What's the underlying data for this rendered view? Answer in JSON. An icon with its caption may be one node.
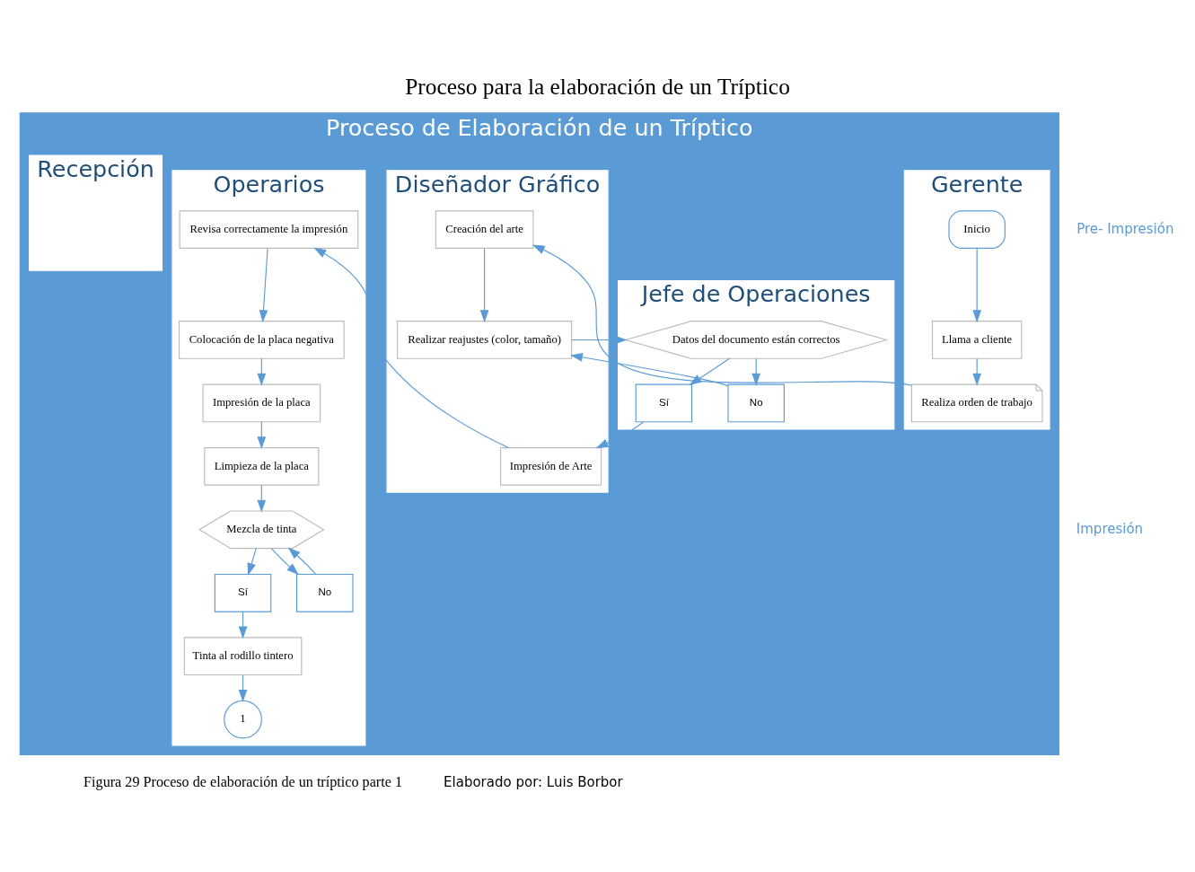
{
  "diagram": {
    "title": "Proceso para la elaboración de un Tríptico",
    "caption": "Figura 29 Proceso de elaboración de un tríptico parte 1",
    "nodes": [
      {
        "text": [
          "Proceso de Elaboración de un Tríptico"
        ]
      },
      {
        "text": [
          "Gerente"
        ],
        "in": 0
      },
      {
        "text": [
          "Diseñador Gráfico"
        ],
        "in": 0
      },
      {
        "text": [
          "Jefe de Operaciones"
        ],
        "in": 0
      },
      {
        "text": [
          "Operarios"
        ],
        "in": 0
      },
      {
        "text": [
          "Recepción"
        ],
        "in": 0
      },
      {
        "text": [
          "Inicio"
        ],
        "in": 1
      },
      {
        "text": [
          "Llama a cliente"
        ],
        "in": 1
      },
      {
        "text": [
          "Realiza orden de trabajo"
        ],
        "in": 1
      },
      {
        "text": [
          "Creación del arte"
        ],
        "in": 2
      },
      {
        "text": [
          "Realizar reajustes (color, tamaño)"
        ],
        "in": 2
      },
      {
        "text": [
          "Impresión de Arte"
        ],
        "in": 2
      },
      {
        "text": [
          "Datos del documento están correctos"
        ],
        "in": 3
      },
      {
        "text": [
          "Sí"
        ],
        "in": 3
      },
      {
        "text": [
          "No"
        ],
        "in": 3
      },
      {
        "text": [
          "Revisa correctamente la impresión"
        ],
        "in": 4
      },
      {
        "text": [
          "Colocación de la placa negativa"
        ],
        "in": 4
      },
      {
        "text": [
          "Impresión de la placa"
        ],
        "in": 4
      },
      {
        "text": [
          "Limpieza de la placa"
        ],
        "in": 4
      },
      {
        "text": [
          "Mezcla de tinta"
        ],
        "in": 4
      },
      {
        "text": [
          "Sí"
        ],
        "in": 4
      },
      {
        "text": [
          "No"
        ],
        "in": 4
      },
      {
        "text": [
          "Tinta al rodillo tintero"
        ],
        "in": 4
      },
      {
        "text": [
          "1"
        ],
        "in": 4
      }
    ],
    "edges": [
      {
        "from": 6,
        "to": 7,
        "arrow": "to"
      },
      {
        "from": 7,
        "to": 8,
        "arrow": "to"
      },
      {
        "from": 8,
        "to": 9,
        "arrow": "to"
      },
      {
        "from": 9,
        "to": 10,
        "arrow": "to"
      },
      {
        "from": 10,
        "to": 12,
        "arrow": "to"
      },
      {
        "from": 12,
        "to": 13,
        "arrow": "to"
      },
      {
        "from": 12,
        "to": 14,
        "arrow": "to"
      },
      {
        "from": 14,
        "to": 10,
        "arrow": "to"
      },
      {
        "from": 13,
        "to": 11,
        "arrow": "to"
      },
      {
        "from": 11,
        "to": 15,
        "arrow": "to"
      },
      {
        "from": 15,
        "to": 16,
        "arrow": "to"
      },
      {
        "from": 16,
        "to": 17,
        "arrow": "to"
      },
      {
        "from": 17,
        "to": 18,
        "arrow": "to"
      },
      {
        "from": 18,
        "to": 19,
        "arrow": "to"
      },
      {
        "from": 19,
        "to": 20,
        "arrow": "to"
      },
      {
        "from": 19,
        "to": 21,
        "arrow": "to"
      },
      {
        "from": 21,
        "to": 19,
        "arrow": "to"
      },
      {
        "from": 20,
        "to": 22,
        "arrow": "to"
      },
      {
        "from": 22,
        "to": 23,
        "arrow": "to"
      }
    ],
    "labels": [
      "Pre- Impresión",
      "Impresión",
      "Elaborado por: Luis Borbor"
    ]
  }
}
